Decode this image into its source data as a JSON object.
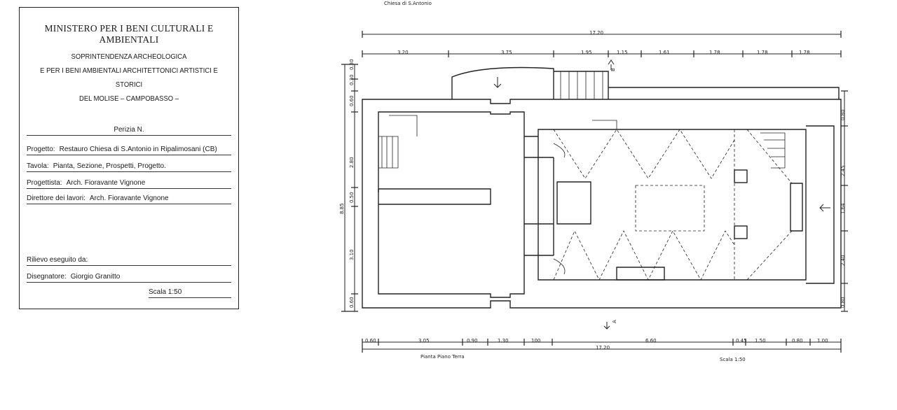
{
  "title_block": {
    "ministry": "MINISTERO PER I BENI CULTURALI E AMBIENTALI",
    "office_lines": [
      "SOPRINTENDENZA ARCHEOLOGICA",
      "E PER I BENI AMBIENTALI ARCHITETTONICI ARTISTICI E STORICI",
      "DEL MOLISE – CAMPOBASSO –"
    ],
    "perizia": "Perizia N.",
    "progetto_label": "Progetto:",
    "progetto_value": "Restauro Chiesa di S.Antonio in Ripalimosani (CB)",
    "tavola_label": "Tavola:",
    "tavola_value": "Pianta, Sezione, Prospetti, Progetto.",
    "progettista_label": "Progettista:",
    "progettista_value": "Arch. Fioravante Vignone",
    "direttore_label": "Direttore dei lavori:",
    "direttore_value": "Arch. Fioravante Vignone",
    "rilievo_label": "Rilievo eseguito da:",
    "disegnatore_label": "Disegnatore:",
    "disegnatore_value": "Giorgio Granitto",
    "scala": "Scala 1:50"
  },
  "plan": {
    "top_label": "Chiesa di S.Antonio",
    "bottom_label": "Pianta Piano Terra",
    "scale_label": "Scala 1:50",
    "total_width": "17.20",
    "top_dims": [
      "3.20",
      "3.75",
      "1.95",
      "1.15",
      "1.61",
      "1.78",
      "1.78",
      "1.78"
    ],
    "bottom_dims": [
      "0.60",
      "3.05",
      "0.90",
      "1.30",
      "100",
      "6.60",
      "0.45",
      "1.50",
      "0.80",
      "1.00"
    ],
    "left_dims": [
      "0.30",
      "0.30",
      "0.60",
      "2.80",
      "0.50",
      "8.85",
      "3.10",
      "0.60"
    ],
    "right_dims": [
      "0.80",
      "2.45",
      "1.64",
      "2.40",
      "0.80"
    ],
    "section_a": "A",
    "section_b": "B"
  }
}
